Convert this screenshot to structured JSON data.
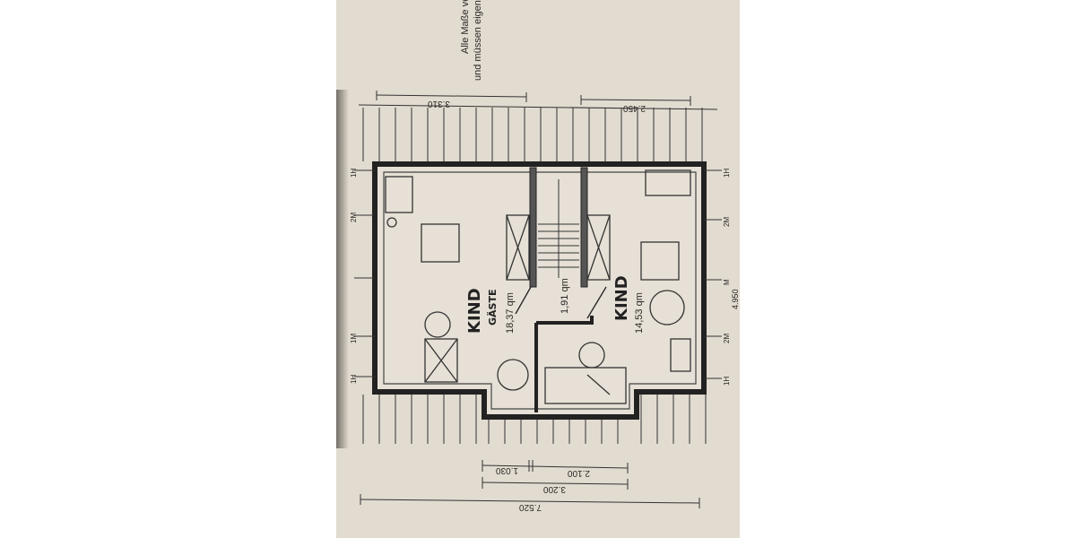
{
  "note": {
    "line1": "Alle Maße ve",
    "line2": "und müssen eigenve"
  },
  "top_dims": [
    "3.310",
    "2.450"
  ],
  "bottom_dims": {
    "d1": "1.030",
    "d2": "2.100",
    "d3": "3.200",
    "d4": "7.520"
  },
  "right_dim": "4.950",
  "left_marks": [
    "1H",
    "2M",
    "1M",
    "1H"
  ],
  "right_marks": [
    "1H",
    "2M",
    "M",
    "2M",
    "1H"
  ],
  "rooms": [
    {
      "name": "KIND",
      "sub": "GÄSTE",
      "area": "18,37 qm"
    },
    {
      "area": "1,91 qm"
    },
    {
      "name": "KIND",
      "area": "14,53 qm"
    }
  ],
  "colors": {
    "paper": "#e2dbd0",
    "ink": "#2a2724"
  }
}
